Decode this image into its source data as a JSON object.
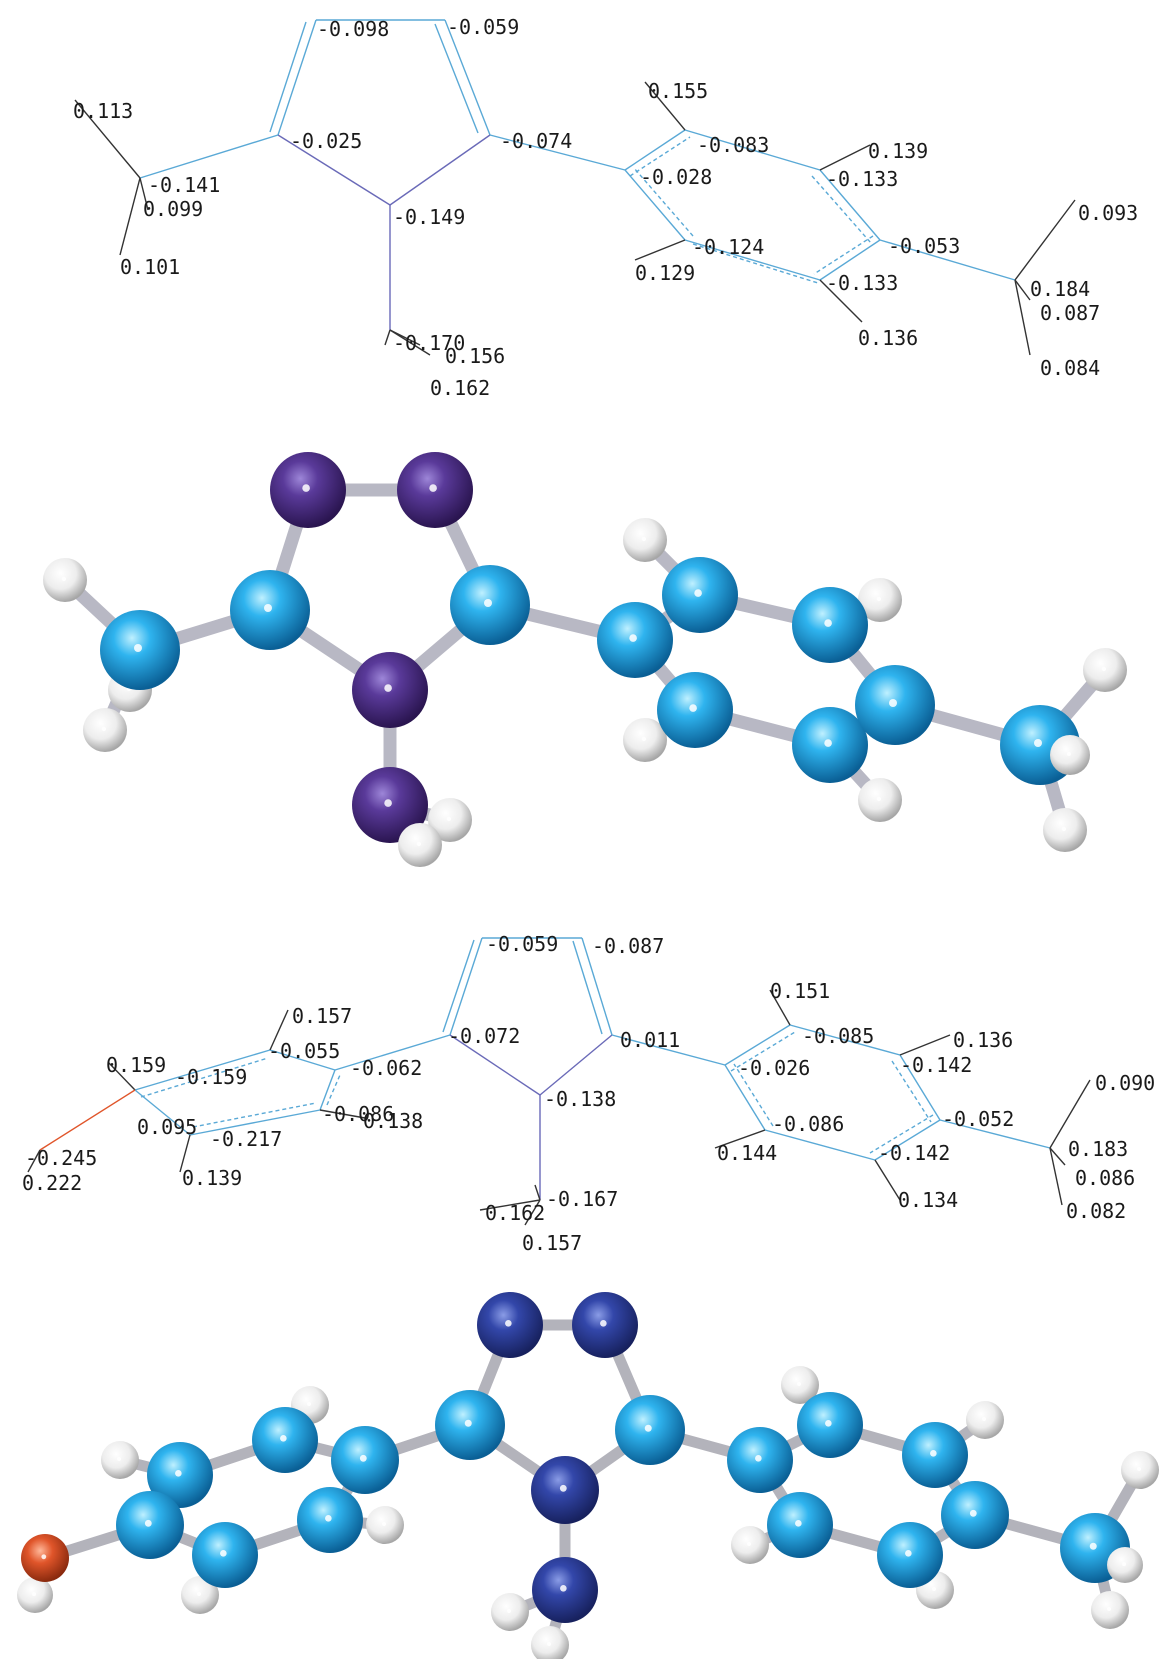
{
  "panel1": {
    "labels": [
      "-0.098",
      "-0.059",
      "0.113",
      "-0.025",
      "-0.074",
      "0.155",
      "-0.083",
      "0.139",
      "-0.141",
      "0.099",
      "-0.028",
      "-0.133",
      "-0.149",
      "0.093",
      "0.101",
      "-0.124",
      "-0.053",
      "0.129",
      "-0.133",
      "0.184",
      "0.087",
      "-0.170",
      "0.156",
      "0.136",
      "0.162",
      "0.084"
    ]
  },
  "panel3": {
    "labels": [
      "-0.059",
      "-0.087",
      "0.151",
      "0.157",
      "-0.072",
      "0.011",
      "-0.085",
      "0.136",
      "-0.055",
      "0.159",
      "-0.159",
      "-0.062",
      "-0.026",
      "-0.142",
      "0.090",
      "-0.138",
      "-0.086",
      "0.138",
      "-0.052",
      "0.095",
      "-0.217",
      "-0.086",
      "-0.245",
      "0.144",
      "-0.142",
      "0.183",
      "0.222",
      "0.139",
      "0.086",
      "-0.167",
      "0.134",
      "0.162",
      "0.082",
      "0.157"
    ]
  },
  "colors": {
    "bond_blue": "#5aa9d6",
    "bond_purple": "#6a6ab8",
    "carbon": "#1fa0e0",
    "nitrogen_dark": "#4a2a86",
    "nitrogen_blue": "#2e3f9e",
    "hydrogen": "#f2f2f2",
    "oxygen": "#e0552a",
    "stick": "#b8b8c4"
  }
}
